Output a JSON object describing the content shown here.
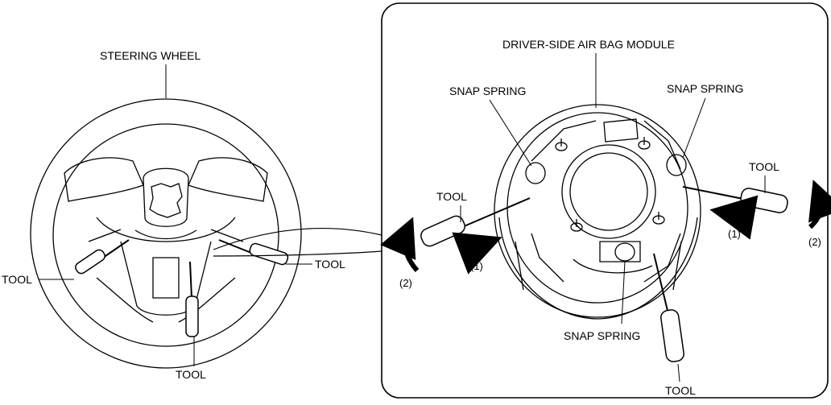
{
  "labels": {
    "steering_wheel": "STEERING WHEEL",
    "air_bag_module": "DRIVER-SIDE AIR BAG MODULE",
    "snap_spring": "SNAP SPRING",
    "tool": "TOOL",
    "step_1": "(1)",
    "step_2": "(2)"
  }
}
